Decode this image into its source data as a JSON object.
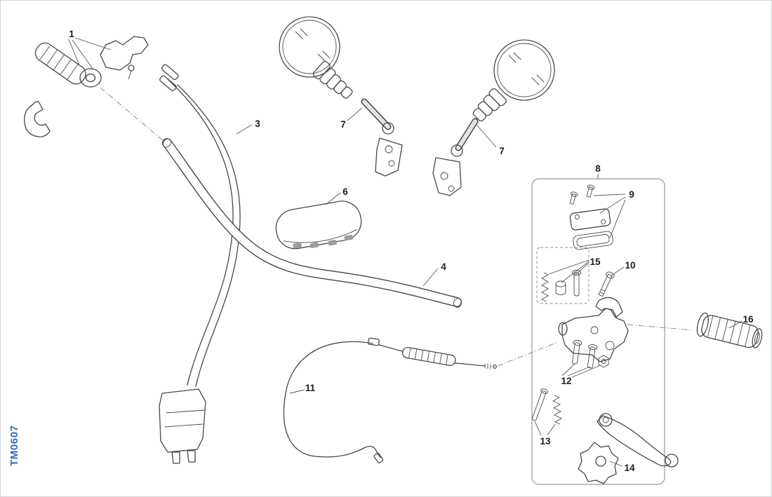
{
  "diagram": {
    "code": "TM0607",
    "labels": {
      "part1": "1",
      "part3": "3",
      "part4": "4",
      "part6": "6",
      "part7_left": "7",
      "part7_right": "7",
      "part8": "8",
      "part9": "9",
      "part10": "10",
      "part11": "11",
      "part12": "12",
      "part13": "13",
      "part14": "14",
      "part15": "15",
      "part16": "16"
    },
    "colors": {
      "line": "#44484b",
      "fill_gray": "#bfc3c6",
      "code_blue": "#2f6db5"
    }
  }
}
